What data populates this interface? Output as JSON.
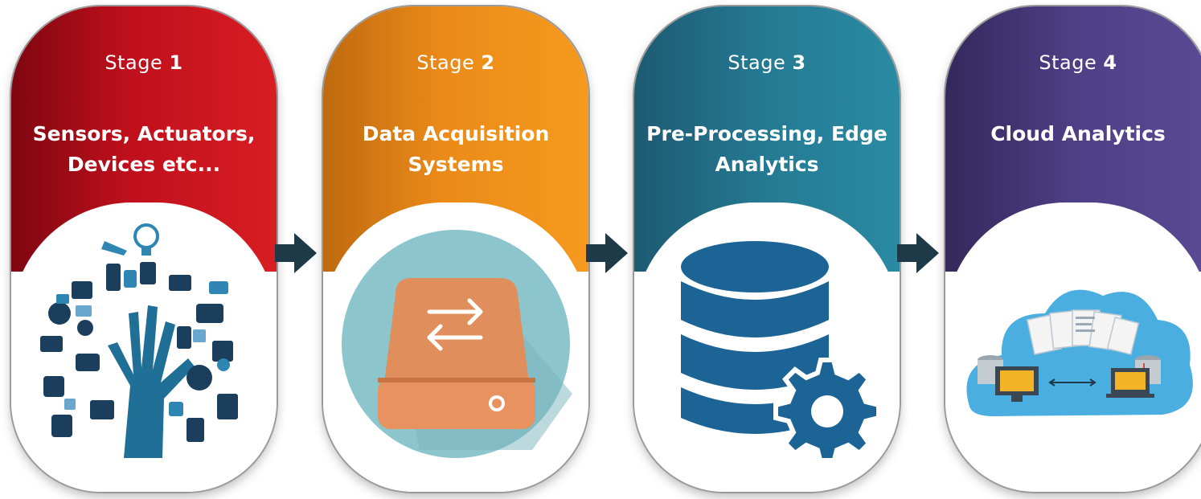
{
  "stages": [
    {
      "stage_word": "Stage",
      "number": "1",
      "title_line1": "Sensors, Actuators,",
      "title_line2": "Devices etc...",
      "icon": "iot-devices-tree-icon",
      "color": "#c0101c"
    },
    {
      "stage_word": "Stage",
      "number": "2",
      "title_line1": "Data Acquisition",
      "title_line2": "Systems",
      "icon": "data-transfer-drive-icon",
      "color": "#eb8a18"
    },
    {
      "stage_word": "Stage",
      "number": "3",
      "title_line1": "Pre-Processing, Edge",
      "title_line2": "Analytics",
      "icon": "database-gear-icon",
      "color": "#257a93"
    },
    {
      "stage_word": "Stage",
      "number": "4",
      "title_line1": "Cloud Analytics",
      "title_line2": "",
      "icon": "cloud-analytics-icon",
      "color": "#4f3f86"
    }
  ],
  "connector_icon": "right-arrow-icon",
  "connector_color": "#1e3a48"
}
